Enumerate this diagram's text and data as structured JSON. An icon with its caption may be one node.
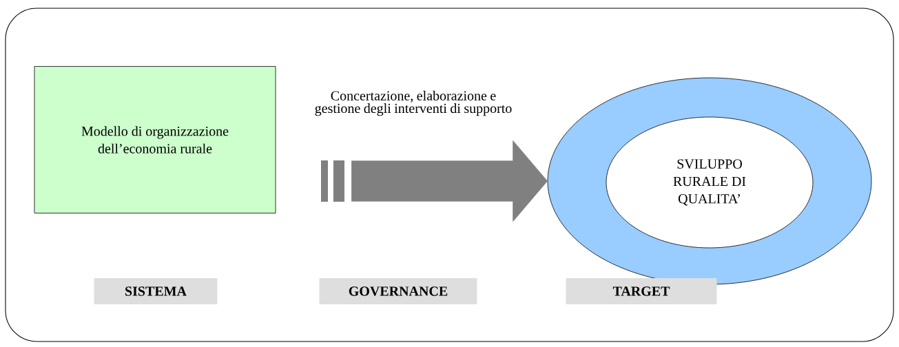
{
  "diagram": {
    "nodes": [
      {
        "text": [
          "Modello di organizzazione dell’economia rurale"
        ]
      },
      {
        "text": [],
        "shape": "ellipse"
      },
      {
        "text": [
          "SVILUPPO RURALE DI QUALITA’"
        ],
        "in": 1
      },
      {
        "text": [
          "SISTEMA"
        ]
      },
      {
        "text": [
          "GOVERNANCE"
        ]
      },
      {
        "text": [
          "TARGET"
        ]
      }
    ],
    "edges": [
      {
        "from": 0,
        "to": 1,
        "arrow": "to",
        "style": "thick",
        "label": "Concertazione, elaborazione e gestione degli interventi di supporto"
      }
    ]
  }
}
